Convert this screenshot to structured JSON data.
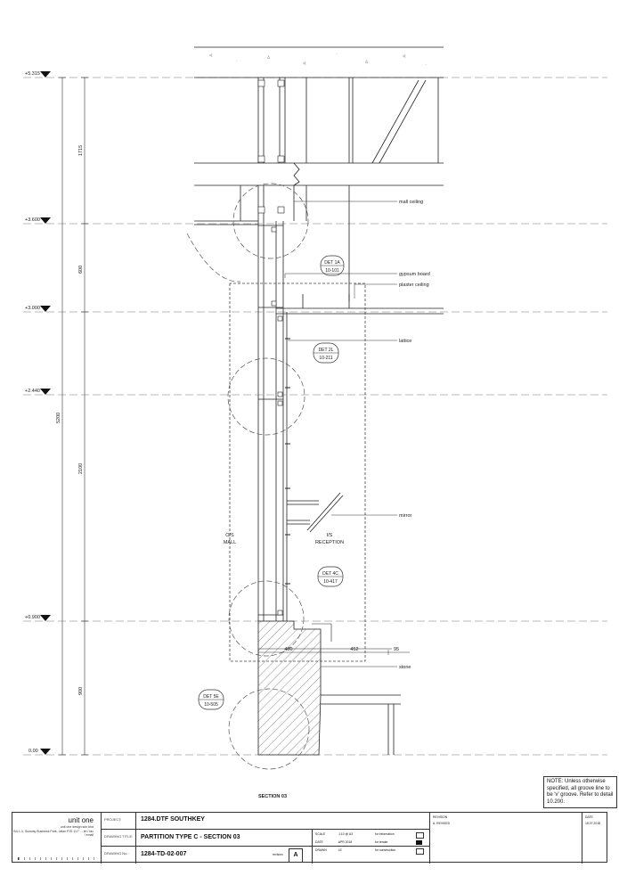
{
  "levels": [
    {
      "label": "+5.315"
    },
    {
      "label": "+3.600"
    },
    {
      "label": "+3.000"
    },
    {
      "label": "+2.440"
    },
    {
      "label": "+0.900"
    },
    {
      "label": "0.00"
    }
  ],
  "dimensions": {
    "d1715": "1715",
    "d600": "600",
    "d5200": "5200",
    "d2100": "2100",
    "d900": "900",
    "d450": "450",
    "d452": "452",
    "d95": "95"
  },
  "annotations": {
    "mall_ceiling": "mall ceiling",
    "gypsum_board": "gypsum board",
    "plaster_ceiling": "plaster ceiling",
    "lattice": "lattice",
    "mirror": "mirror",
    "stone": "stone",
    "os_mall_1": "O/S",
    "os_mall_2": "MALL",
    "is_reception_1": "I/S",
    "is_reception_2": "RECEPTION",
    "section_title": "SECTION 03"
  },
  "details": [
    {
      "top": "DET 1A",
      "bottom": "10-101"
    },
    {
      "top": "DET 2L",
      "bottom": "10-211"
    },
    {
      "top": "DET 4C",
      "bottom": "10-417"
    },
    {
      "top": "DET 5E",
      "bottom": "10-505"
    }
  ],
  "note": "NOTE: Unless otherwise specified, all groove line to be 'v' groove. Refer to detail 10.200.",
  "title_block": {
    "firm": "unit one",
    "firm_sub": "unit one design sdn bhd",
    "firm_address": "B4-1-3, Sunway Business Park, Jalan PJS 11/7 ... tel / fax / email",
    "project_label": "PROJECT:",
    "project": "1284.DTF SOUTHKEY",
    "drawing_title_label": "DRAWING TITLE:",
    "drawing_title": "PARTITION TYPE C - SECTION 03",
    "drawing_no_label": "DRAWING No.:",
    "drawing_no": "1284-TD-02-007",
    "revision_label": "revision",
    "revision_letter": "A",
    "scale_label": "SCALE",
    "scale": "1:10 @ A3",
    "date_label": "DATE",
    "date": "APR 2018",
    "drawn_label": "DRAWN",
    "drawn": "LE",
    "for_information": "for information",
    "for_tender": "for tender",
    "for_construction": "for construction",
    "revision_header": "REVISION",
    "revision_entry": "A. REVISED",
    "date_header": "DATE",
    "date_entry": "18.07.2018"
  }
}
